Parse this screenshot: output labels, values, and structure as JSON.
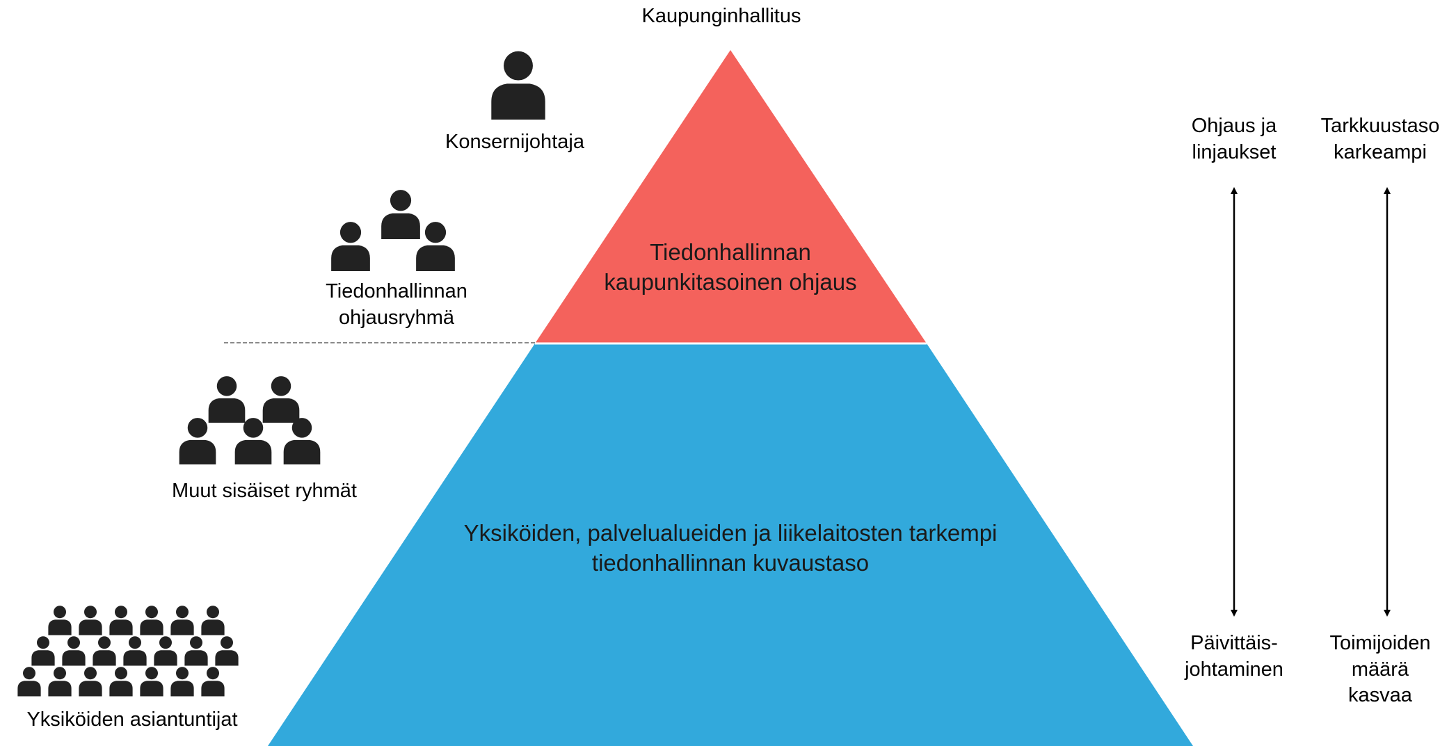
{
  "pyramid": {
    "top_section": {
      "lines": [
        "Tiedonhallinnan",
        "kaupunkitasoinen ohjaus"
      ],
      "color": "#f4625c"
    },
    "bottom_section": {
      "lines": [
        "Yksiköiden, palvelualueiden ja liikelaitosten tarkempi",
        "tiedonhallinnan kuvaustaso"
      ],
      "color": "#32a9dc"
    }
  },
  "roles": {
    "city_board": "Kaupunginhallitus",
    "group_ceo": {
      "icon": "person-icon",
      "label": "Konsernijohtaja",
      "people_count": 1
    },
    "steering_group": {
      "icon": "person-icon",
      "lines": [
        "Tiedonhallinnan",
        "ohjausryhmä"
      ],
      "people_count": 3
    },
    "other_groups": {
      "icon": "person-icon",
      "label": "Muut sisäiset ryhmät",
      "people_count": 5
    },
    "experts": {
      "icon": "person-icon",
      "label": "Yksiköiden asiantuntijat",
      "people_count": 20
    }
  },
  "scales": {
    "guidance": {
      "top_lines": [
        "Ohjaus ja",
        "linjaukset"
      ],
      "bottom_lines": [
        "Päivittäis-",
        "johtaminen"
      ]
    },
    "precision": {
      "top_lines": [
        "Tarkkuustaso",
        "karkeampi"
      ],
      "bottom_lines": [
        "Toimijoiden",
        "määrä",
        "kasvaa"
      ]
    }
  }
}
